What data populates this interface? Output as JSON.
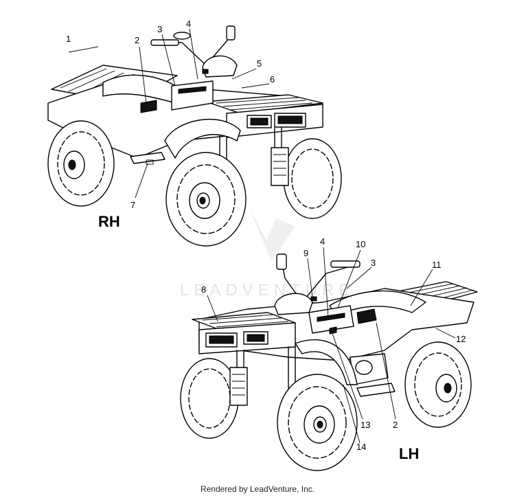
{
  "diagram": {
    "views": [
      {
        "id": "rh",
        "side_label": "RH",
        "callouts": [
          "1",
          "2",
          "3",
          "4",
          "5",
          "6",
          "7"
        ]
      },
      {
        "id": "lh",
        "side_label": "LH",
        "callouts": [
          "4",
          "10",
          "9",
          "3",
          "11",
          "8",
          "12",
          "13",
          "2",
          "14"
        ]
      }
    ],
    "watermark": "LEADVENTURE",
    "credit": "Rendered by LeadVenture, Inc."
  }
}
